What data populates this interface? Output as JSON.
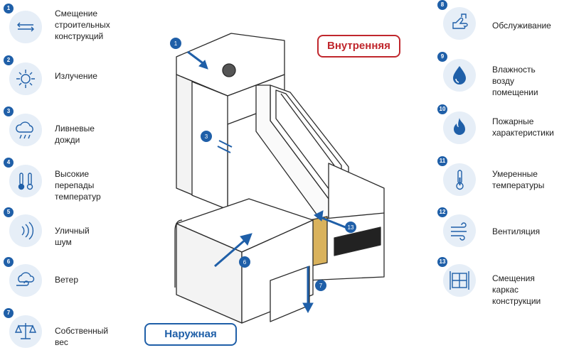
{
  "left_items": [
    {
      "num": "1",
      "label": "Смещение\nстроительных\nконструкций",
      "icon": "arrows-horizontal-icon"
    },
    {
      "num": "2",
      "label": "Излучение",
      "icon": "sun-icon"
    },
    {
      "num": "3",
      "label": "Ливневые дожди",
      "icon": "rain-cloud-icon"
    },
    {
      "num": "4",
      "label": "Высокие перепады\nтемператур",
      "icon": "thermometers-icon"
    },
    {
      "num": "5",
      "label": "Уличный шум",
      "icon": "sound-waves-icon"
    },
    {
      "num": "6",
      "label": "Ветер",
      "icon": "wind-cloud-icon"
    },
    {
      "num": "7",
      "label": "Собственный\nвес",
      "icon": "scales-icon"
    }
  ],
  "right_items": [
    {
      "num": "8",
      "label": "Обслуживание",
      "icon": "hand-icon"
    },
    {
      "num": "9",
      "label": "Влажность возду\nпомещении",
      "icon": "water-drop-icon"
    },
    {
      "num": "10",
      "label": "Пожарные\nхарактеристики",
      "icon": "fire-icon"
    },
    {
      "num": "11",
      "label": "Умеренные\nтемпературы",
      "icon": "thermometer-icon"
    },
    {
      "num": "12",
      "label": "Вентиляция",
      "icon": "ventilation-icon"
    },
    {
      "num": "13",
      "label": "Смещения каркас\nконструкции",
      "icon": "window-frame-icon"
    }
  ],
  "badges": {
    "inside": "Внутренняя",
    "outside": "Наружная"
  },
  "callouts": [
    "1",
    "3",
    "6",
    "7",
    "13"
  ],
  "colors": {
    "accent": "#1f5fa8",
    "icon_bg": "#e6eef7",
    "inside_border": "#c0272d",
    "outside_border": "#1f5fa8"
  }
}
